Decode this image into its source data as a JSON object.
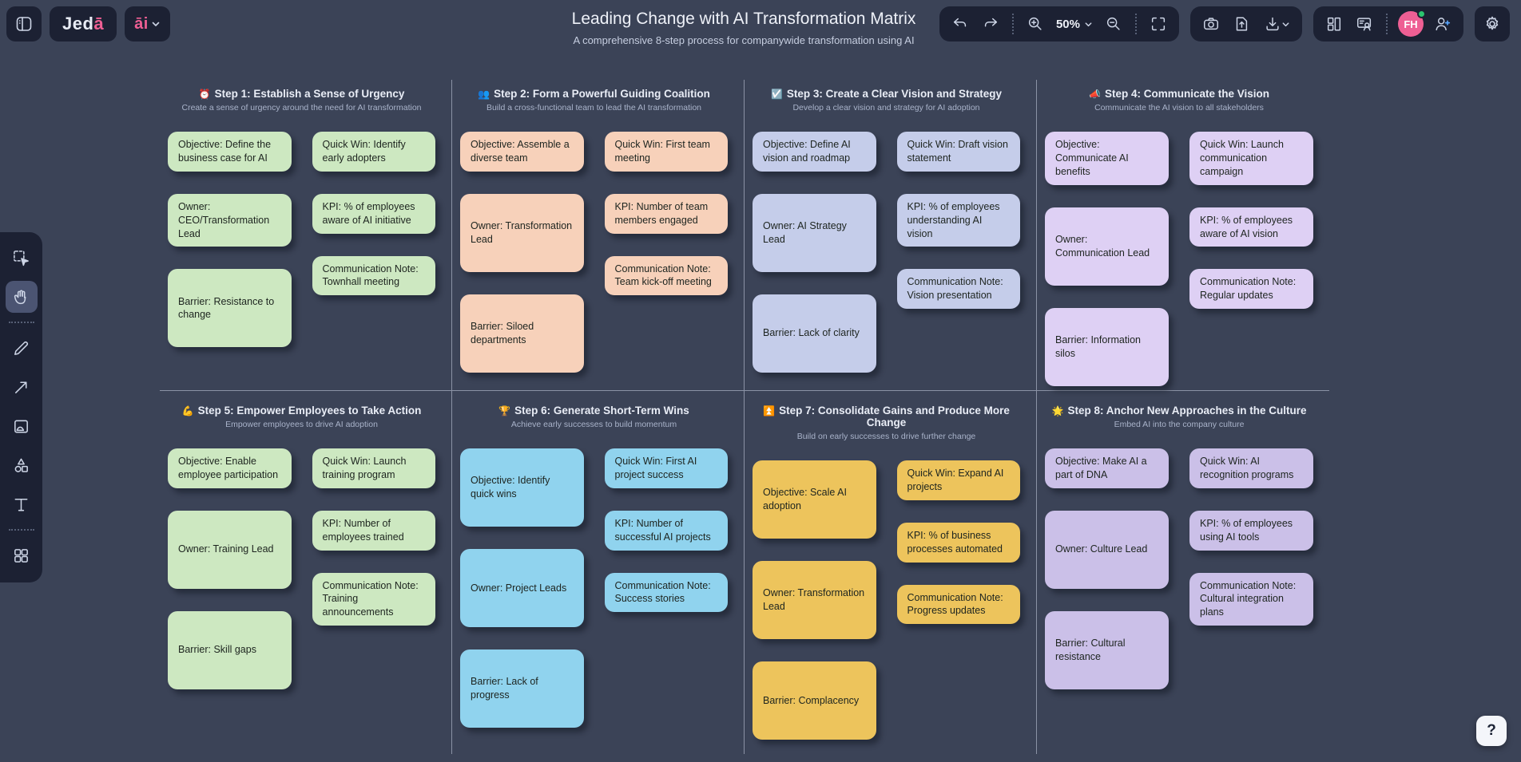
{
  "colors": {
    "background": "#3b4357",
    "panel": "#1c2133",
    "accent_pink": "#ee5f94",
    "online_green": "#2bc46f"
  },
  "topbar": {
    "logo_prefix": "Jed",
    "logo_accent": "ā",
    "ai_label": "āi",
    "zoom_value": "50%",
    "avatar_initials": "FH",
    "left_icons": [
      "sidebar-toggle-icon"
    ],
    "history_group_icons": [
      "undo-icon",
      "redo-icon",
      "zoom-in-icon",
      "zoom-level-dropdown",
      "zoom-out-icon",
      "fit-screen-icon"
    ],
    "export_group_icons": [
      "camera-icon",
      "export-file-icon",
      "download-icon"
    ],
    "collab_group_icons": [
      "layout-columns-icon",
      "template-icon",
      "avatar",
      "invite-user-icon"
    ],
    "settings_icon": "gear-icon"
  },
  "left_toolbar": {
    "active_tool": "hand",
    "tools": [
      "select",
      "hand",
      "pencil",
      "arrow",
      "image",
      "shapes",
      "text",
      "apps"
    ]
  },
  "help": {
    "label": "?"
  },
  "canvas": {
    "title": "Leading Change with AI Transformation Matrix",
    "subtitle": "A comprehensive 8-step process for companywide transformation using AI",
    "steps": [
      {
        "emoji": "⏰",
        "title": "Step 1: Establish a Sense of Urgency",
        "subtitle": "Create a sense of urgency around the need for AI transformation",
        "color": "#cde8c1",
        "cards": {
          "left": [
            {
              "text": "Objective: Define the business case for AI",
              "tall": false
            },
            {
              "text": "Owner: CEO/Transformation Lead",
              "tall": false
            },
            {
              "text": "Barrier: Resistance to change",
              "tall": true
            }
          ],
          "right": [
            {
              "text": "Quick Win: Identify early adopters",
              "tall": false
            },
            {
              "text": "KPI: % of employees aware of AI initiative",
              "tall": false
            },
            {
              "text": "Communication Note: Townhall meeting",
              "tall": false
            }
          ]
        }
      },
      {
        "emoji": "👥",
        "title": "Step 2: Form a Powerful Guiding Coalition",
        "subtitle": "Build a cross-functional team to lead the AI transformation",
        "color": "#f7d1ba",
        "cards": {
          "left": [
            {
              "text": "Objective: Assemble a diverse team",
              "tall": false
            },
            {
              "text": "Owner: Transformation Lead",
              "tall": true
            },
            {
              "text": "Barrier: Siloed departments",
              "tall": true
            }
          ],
          "right": [
            {
              "text": "Quick Win: First team meeting",
              "tall": false
            },
            {
              "text": "KPI: Number of team members engaged",
              "tall": false
            },
            {
              "text": "Communication Note: Team kick-off meeting",
              "tall": false
            }
          ]
        }
      },
      {
        "emoji": "☑️",
        "title": "Step 3: Create a Clear Vision and Strategy",
        "subtitle": "Develop a clear vision and strategy for AI adoption",
        "color": "#c5cdea",
        "cards": {
          "left": [
            {
              "text": "Objective: Define AI vision and roadmap",
              "tall": false
            },
            {
              "text": "Owner: AI Strategy Lead",
              "tall": true
            },
            {
              "text": "Barrier: Lack of clarity",
              "tall": true
            }
          ],
          "right": [
            {
              "text": "Quick Win: Draft vision statement",
              "tall": false
            },
            {
              "text": "KPI: % of employees understanding AI vision",
              "tall": false
            },
            {
              "text": "Communication Note: Vision presentation",
              "tall": false
            }
          ]
        }
      },
      {
        "emoji": "📣",
        "title": "Step 4: Communicate the Vision",
        "subtitle": "Communicate the AI vision to all stakeholders",
        "color": "#ded0f4",
        "cards": {
          "left": [
            {
              "text": "Objective: Communicate AI benefits",
              "tall": false
            },
            {
              "text": "Owner: Communication Lead",
              "tall": true
            },
            {
              "text": "Barrier: Information silos",
              "tall": true
            }
          ],
          "right": [
            {
              "text": "Quick Win: Launch communication campaign",
              "tall": false
            },
            {
              "text": "KPI: % of employees aware of AI vision",
              "tall": false
            },
            {
              "text": "Communication Note: Regular updates",
              "tall": false
            }
          ]
        }
      },
      {
        "emoji": "💪",
        "title": "Step 5: Empower Employees to Take Action",
        "subtitle": "Empower employees to drive AI adoption",
        "color": "#cde8c1",
        "cards": {
          "left": [
            {
              "text": "Objective: Enable employee participation",
              "tall": false
            },
            {
              "text": "Owner: Training Lead",
              "tall": true
            },
            {
              "text": "Barrier: Skill gaps",
              "tall": true
            }
          ],
          "right": [
            {
              "text": "Quick Win: Launch training program",
              "tall": false
            },
            {
              "text": "KPI: Number of employees trained",
              "tall": false
            },
            {
              "text": "Communication Note: Training announcements",
              "tall": false
            }
          ]
        }
      },
      {
        "emoji": "🏆",
        "title": "Step 6: Generate Short-Term Wins",
        "subtitle": "Achieve early successes to build momentum",
        "color": "#90d3ee",
        "cards": {
          "left": [
            {
              "text": "Objective: Identify quick wins",
              "tall": true
            },
            {
              "text": "Owner: Project Leads",
              "tall": true
            },
            {
              "text": "Barrier: Lack of progress",
              "tall": true
            }
          ],
          "right": [
            {
              "text": "Quick Win: First AI project success",
              "tall": false
            },
            {
              "text": "KPI: Number of successful AI projects",
              "tall": false
            },
            {
              "text": "Communication Note: Success stories",
              "tall": false
            }
          ]
        }
      },
      {
        "emoji": "⏫",
        "title": "Step 7: Consolidate Gains and Produce More Change",
        "subtitle": "Build on early successes to drive further change",
        "color": "#edc45c",
        "cards": {
          "left": [
            {
              "text": "Objective: Scale AI adoption",
              "tall": true
            },
            {
              "text": "Owner: Transformation Lead",
              "tall": true
            },
            {
              "text": "Barrier: Complacency",
              "tall": true
            }
          ],
          "right": [
            {
              "text": "Quick Win: Expand AI projects",
              "tall": false
            },
            {
              "text": "KPI: % of business processes automated",
              "tall": false
            },
            {
              "text": "Communication Note: Progress updates",
              "tall": false
            }
          ]
        }
      },
      {
        "emoji": "🌟",
        "title": "Step 8: Anchor New Approaches in the Culture",
        "subtitle": "Embed AI into the company culture",
        "color": "#cbc0e8",
        "cards": {
          "left": [
            {
              "text": "Objective: Make AI a part of DNA",
              "tall": false
            },
            {
              "text": "Owner: Culture Lead",
              "tall": true
            },
            {
              "text": "Barrier: Cultural resistance",
              "tall": true
            }
          ],
          "right": [
            {
              "text": "Quick Win: AI recognition programs",
              "tall": false
            },
            {
              "text": "KPI: % of employees using AI tools",
              "tall": false
            },
            {
              "text": "Communication Note: Cultural integration plans",
              "tall": false
            }
          ]
        }
      }
    ]
  }
}
